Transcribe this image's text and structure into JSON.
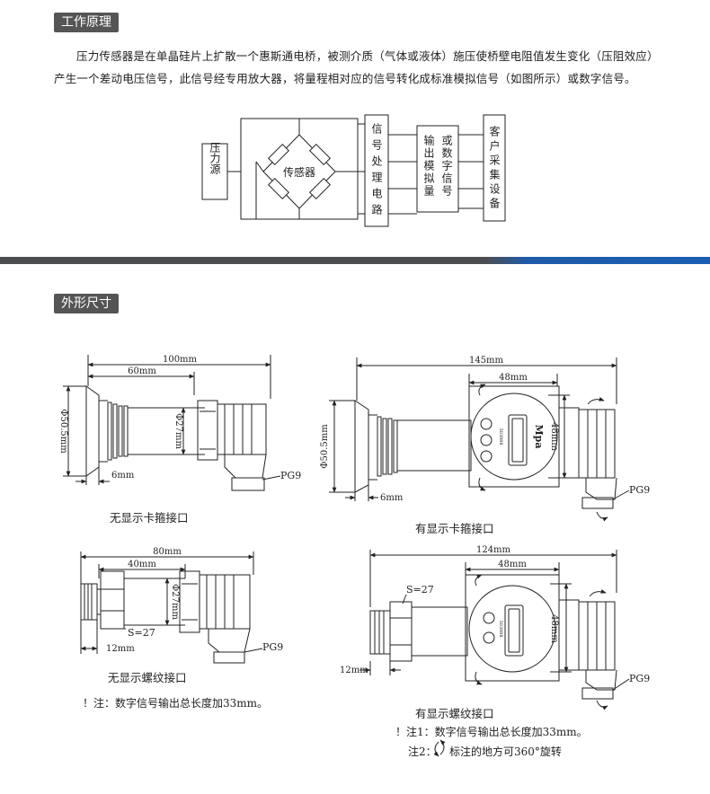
{
  "sections": {
    "principle": "工作原理",
    "dimensions": "外形尺寸"
  },
  "principle_text": "压力传感器是在单晶硅片上扩散一个惠斯通电桥，被测介质（气体或液体）施压使桥壁电阻值发生变化（压阻效应）产生一个差动电压信号，此信号经专用放大器，将量程相对应的信号转化成标准模拟信号（如图所示）或数字信号。",
  "block_diagram": {
    "source": "压力源",
    "sensor": "传感器",
    "processing": "信号处理电路",
    "output_a": "输出模拟量",
    "output_b": "或数字信号",
    "client": "客户采集设备"
  },
  "drawings": {
    "d1": {
      "caption": "无显示卡箍接口",
      "len_total": "100mm",
      "len_body": "60mm",
      "dia_flange": "Φ50.5mm",
      "dia_body": "Φ27mm",
      "thick": "6mm",
      "cable": "PG9"
    },
    "d2": {
      "caption": "有显示卡箍接口",
      "len_total": "145mm",
      "len_head": "48mm",
      "dia_flange": "Φ50.5mm",
      "head_h": "48mm",
      "thick": "6mm",
      "cable": "PG9",
      "unit": "Mpa",
      "small": "303988"
    },
    "d3": {
      "caption": "无显示螺纹接口",
      "len_total": "80mm",
      "len_body": "40mm",
      "dia_body": "Φ27mm",
      "hex": "S=27",
      "thread": "12mm",
      "cable": "PG9"
    },
    "d4": {
      "caption": "有显示螺纹接口",
      "len_total": "124mm",
      "len_head": "48mm",
      "head_h": "48mm",
      "hex": "S=27",
      "thread": "12mm",
      "cable": "PG9",
      "small": "303988"
    }
  },
  "notes": {
    "left": "！注：数字信号输出总长度加33mm。",
    "right1": "！注1：数字信号输出总长度加33mm。",
    "right2_a": "注2：",
    "right2_b": "标注的地方可360°旋转"
  }
}
